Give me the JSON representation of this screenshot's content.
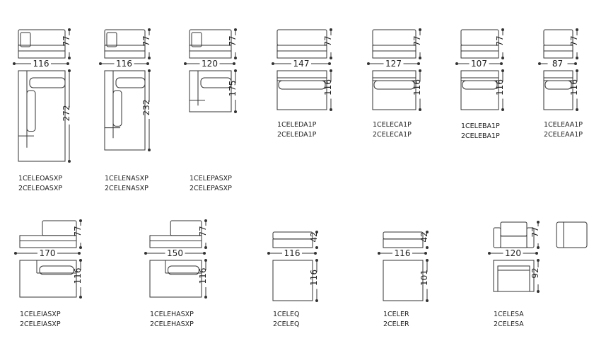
{
  "colors": {
    "line": "#333333",
    "text": "#222222",
    "background": "#ffffff"
  },
  "products": [
    {
      "id": "celeoasxp",
      "type": "chaise-left-long",
      "width": "116",
      "height": "77",
      "depth": "272",
      "codes": [
        "1CELEOASXP",
        "2CELEOASXP"
      ]
    },
    {
      "id": "celenasxp",
      "type": "chaise-left-medium",
      "width": "116",
      "height": "77",
      "depth": "232",
      "codes": [
        "1CELENASXP",
        "2CELENASXP"
      ]
    },
    {
      "id": "celepasxp",
      "type": "chaise-left-short",
      "width": "120",
      "height": "77",
      "depth": "175",
      "codes": [
        "1CELEPASXP",
        "2CELEPASXP"
      ]
    },
    {
      "id": "celeda1p",
      "type": "armless",
      "width": "147",
      "height": "77",
      "depth": "116",
      "codes": [
        "1CELEDA1P",
        "2CELEDA1P"
      ]
    },
    {
      "id": "celeca1p",
      "type": "armless",
      "width": "127",
      "height": "77",
      "depth": "116",
      "codes": [
        "1CELECA1P",
        "2CELECA1P"
      ]
    },
    {
      "id": "celeba1p",
      "type": "armless",
      "width": "107",
      "height": "77",
      "depth": "116",
      "codes": [
        "1CELEBA1P",
        "2CELEBA1P"
      ]
    },
    {
      "id": "celeaa1p",
      "type": "armless",
      "width": "87",
      "height": "77",
      "depth": "116",
      "codes": [
        "1CELEAA1P",
        "2CELEAA1P"
      ]
    },
    {
      "id": "celeiasxp",
      "type": "corner-open",
      "width": "170",
      "height": "77",
      "depth": "116",
      "codes": [
        "1CELEIASXP",
        "2CELEIASXP"
      ]
    },
    {
      "id": "celehasxp",
      "type": "corner-open",
      "width": "150",
      "height": "77",
      "depth": "116",
      "codes": [
        "1CELEHASXP",
        "2CELEHASXP"
      ]
    },
    {
      "id": "celeq",
      "type": "ottoman",
      "width": "116",
      "height": "42",
      "depth": "116",
      "codes": [
        "1CELEQ",
        "2CELEQ"
      ]
    },
    {
      "id": "celer",
      "type": "ottoman",
      "width": "116",
      "height": "42",
      "depth": "101",
      "codes": [
        "1CELER",
        "2CELER"
      ]
    },
    {
      "id": "celesa",
      "type": "armchair",
      "width": "120",
      "height": "77",
      "depth": "92",
      "codes": [
        "1CELESA",
        "2CELESA"
      ]
    }
  ]
}
